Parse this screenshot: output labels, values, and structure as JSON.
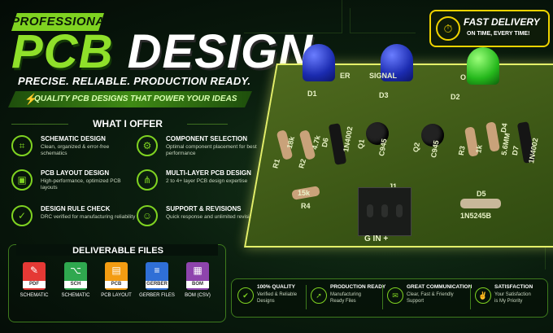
{
  "header": {
    "badge": "PROFESSIONAL",
    "title_pcb": "PCB",
    "title_design": "DESIGN",
    "tagline": "PRECISE. RELIABLE. PRODUCTION READY.",
    "subtagline": "QUALITY PCB DESIGNS THAT POWER YOUR IDEAS"
  },
  "delivery": {
    "title": "FAST DELIVERY",
    "subtitle": "ON TIME, EVERY TIME!"
  },
  "offer": {
    "title": "WHAT I OFFER",
    "items": [
      {
        "title": "SCHEMATIC DESIGN",
        "desc": "Clean, organized & error-free schematics",
        "icon": "schematic-icon"
      },
      {
        "title": "COMPONENT SELECTION",
        "desc": "Optimal component placement for best performance",
        "icon": "gear-icon"
      },
      {
        "title": "PCB LAYOUT DESIGN",
        "desc": "High-performance, optimized PCB layouts",
        "icon": "chip-icon"
      },
      {
        "title": "MULTI-LAYER PCB DESIGN",
        "desc": "2 to 4+ layer PCB design expertise",
        "icon": "network-icon"
      },
      {
        "title": "DESIGN RULE CHECK",
        "desc": "DRC verified for manufacturing reliability",
        "icon": "check-icon"
      },
      {
        "title": "SUPPORT & REVISIONS",
        "desc": "Quick response and unlimited revisions",
        "icon": "support-icon"
      }
    ]
  },
  "deliverables": {
    "title": "DELIVERABLE FILES",
    "files": [
      {
        "ext": "PDF",
        "caption": "SCHEMATIC",
        "color": "#e53935",
        "icon": "pdf-icon"
      },
      {
        "ext": "SCH",
        "caption": "SCHEMATIC",
        "color": "#2fa84f",
        "icon": "schematic-file-icon"
      },
      {
        "ext": "PCB",
        "caption": "PCB LAYOUT",
        "color": "#f39c12",
        "icon": "pcb-file-icon"
      },
      {
        "ext": "GERBER",
        "caption": "GERBER FILES",
        "color": "#2f6fd6",
        "icon": "gerber-file-icon"
      },
      {
        "ext": "BOM",
        "caption": "BOM (CSV)",
        "color": "#8e44ad",
        "icon": "bom-file-icon"
      }
    ]
  },
  "board": {
    "labels": {
      "led1": "D1",
      "led1_text": "ER",
      "led2": "D3",
      "led2_text": "SIGNAL",
      "led3": "D2",
      "led3_text": "O",
      "r1": "R1",
      "r1v": "18k",
      "r2": "R2",
      "r2v": "4.7k",
      "d6": "D6",
      "d6v": "1N4002",
      "q1": "Q1",
      "q1v": "C945",
      "q2": "Q2",
      "q2v": "C945",
      "r3": "R3",
      "r3v": "1k",
      "d4": "D4",
      "d4v": "5.6MM",
      "d7": "D7",
      "d7v": "1N4002",
      "r4": "R4",
      "r4v": "15k",
      "j1": "J1",
      "d5": "D5",
      "d5v": "1N5245B",
      "conn": "G IN +"
    }
  },
  "features": [
    {
      "title": "100% QUALITY",
      "desc1": "Verified & Reliable",
      "desc2": "Designs",
      "icon": "shield-check-icon"
    },
    {
      "title": "PRODUCTION READY",
      "desc1": "Manufacturing",
      "desc2": "Ready Files",
      "icon": "rocket-icon"
    },
    {
      "title": "GREAT COMMUNICATION",
      "desc1": "Clear, Fast & Friendly",
      "desc2": "Support",
      "icon": "chat-icon"
    },
    {
      "title": "SATISFACTION",
      "desc1": "Your Satisfaction",
      "desc2": "is My Priority",
      "icon": "thumbs-up-icon"
    }
  ],
  "colors": {
    "accent": "#7fd321",
    "delivery_border": "#f0d300",
    "board_outline": "#e4f06a"
  }
}
